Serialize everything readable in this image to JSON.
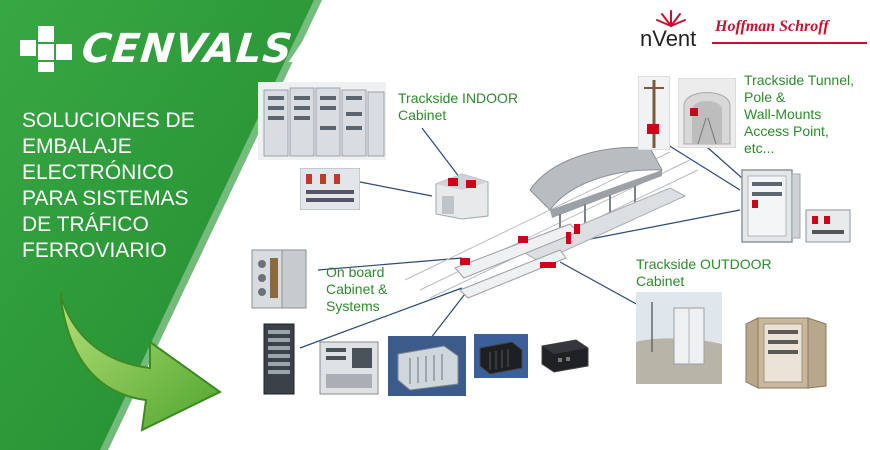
{
  "brand": {
    "name": "CENVALSA"
  },
  "headline": {
    "lines": [
      "SOLUCIONES DE",
      "EMBALAJE",
      "ELECTRÓNICO",
      "PARA SISTEMAS",
      "DE TRÁFICO",
      "FERROVIARIO"
    ]
  },
  "partners": {
    "nvent": "nVent",
    "hoffman_schroff": "Hoffman Schroff"
  },
  "labels": {
    "indoor": [
      "Trackside INDOOR",
      "Cabinet"
    ],
    "tunnel": [
      "Trackside Tunnel,",
      "Pole &",
      "Wall-Mounts",
      "Access Point,",
      "etc..."
    ],
    "onboard": [
      "On board",
      "Cabinet &",
      "Systems"
    ],
    "outdoor": [
      "Trackside OUTDOOR",
      "Cabinet"
    ]
  },
  "colors": {
    "green": "#2f9e3a",
    "label_green": "#2e8b2e",
    "accent_red": "#d0021b",
    "arrow_green": "#7bc043"
  }
}
